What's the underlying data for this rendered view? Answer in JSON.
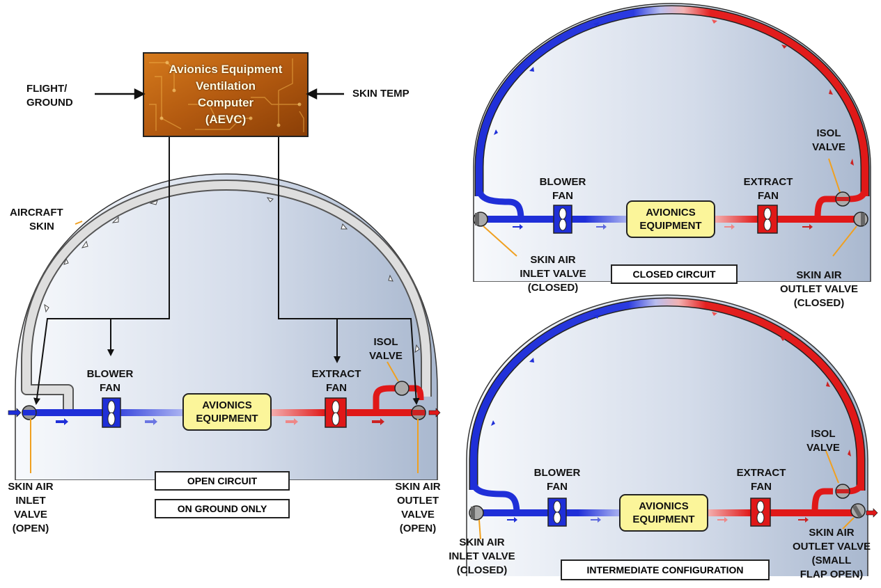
{
  "aevc": {
    "line1": "Avionics Equipment",
    "line2": "Ventilation",
    "line3": "Computer",
    "line4": "(AEVC)"
  },
  "inputs": {
    "flight_ground_line1": "FLIGHT/",
    "flight_ground_line2": "GROUND",
    "skin_temp": "SKIN TEMP"
  },
  "open_circuit": {
    "aircraft_skin_line1": "AIRCRAFT",
    "aircraft_skin_line2": "SKIN",
    "blower_line1": "BLOWER",
    "blower_line2": "FAN",
    "extract_line1": "EXTRACT",
    "extract_line2": "FAN",
    "isol_line1": "ISOL",
    "isol_line2": "VALVE",
    "avionics_line1": "AVIONICS",
    "avionics_line2": "EQUIPMENT",
    "inlet_line1": "SKIN AIR",
    "inlet_line2": "INLET",
    "inlet_line3": "VALVE",
    "inlet_line4": "(OPEN)",
    "outlet_line1": "SKIN AIR",
    "outlet_line2": "OUTLET",
    "outlet_line3": "VALVE",
    "outlet_line4": "(OPEN)",
    "caption1": "OPEN CIRCUIT",
    "caption2": "ON GROUND ONLY"
  },
  "closed_circuit": {
    "blower_line1": "BLOWER",
    "blower_line2": "FAN",
    "extract_line1": "EXTRACT",
    "extract_line2": "FAN",
    "isol_line1": "ISOL",
    "isol_line2": "VALVE",
    "avionics_line1": "AVIONICS",
    "avionics_line2": "EQUIPMENT",
    "inlet_line1": "SKIN AIR",
    "inlet_line2": "INLET VALVE",
    "inlet_line3": "(CLOSED)",
    "outlet_line1": "SKIN AIR",
    "outlet_line2": "OUTLET VALVE",
    "outlet_line3": "(CLOSED)",
    "caption": "CLOSED CIRCUIT"
  },
  "intermediate": {
    "blower_line1": "BLOWER",
    "blower_line2": "FAN",
    "extract_line1": "EXTRACT",
    "extract_line2": "FAN",
    "isol_line1": "ISOL",
    "isol_line2": "VALVE",
    "avionics_line1": "AVIONICS",
    "avionics_line2": "EQUIPMENT",
    "inlet_line1": "SKIN AIR",
    "inlet_line2": "INLET VALVE",
    "inlet_line3": "(CLOSED)",
    "outlet_line1": "SKIN AIR",
    "outlet_line2": "OUTLET VALVE",
    "outlet_line3": "(SMALL",
    "outlet_line4": "FLAP OPEN)",
    "caption": "INTERMEDIATE CONFIGURATION"
  },
  "colors": {
    "cold_duct": "#1f2fd8",
    "hot_duct": "#e01818",
    "skin_duct": "#d6d6d6",
    "fuselage_fill": "#c3cfe0",
    "equipment_box": "#fbf59a",
    "aevc_box": "#b85d10",
    "leader_line": "#f0a020"
  }
}
